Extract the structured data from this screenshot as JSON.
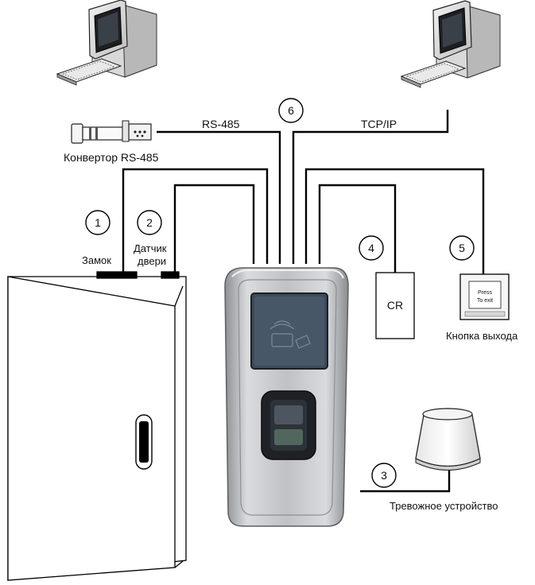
{
  "labels": {
    "rs485": "RS-485",
    "tcpip": "TCP/IP",
    "converter": "Конвертор RS-485",
    "lock": "Замок",
    "door_sensor_line1": "Датчик",
    "door_sensor_line2": "двери",
    "card_reader": "CR",
    "exit_button": "Кнопка выхода",
    "exit_button_face_line1": "Press",
    "exit_button_face_line2": "To exit",
    "alarm": "Тревожное устройство"
  },
  "markers": [
    "1",
    "2",
    "3",
    "4",
    "5",
    "6"
  ],
  "colors": {
    "line": "#000000",
    "device_metal": "#c4c6c8",
    "device_dark": "#1e2226",
    "reader_window": "#3d4a58"
  }
}
